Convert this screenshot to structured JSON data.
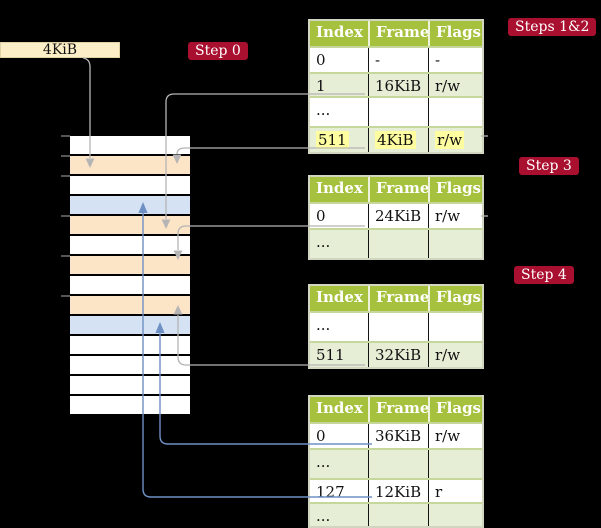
{
  "colors": {
    "background": "#000000",
    "step_label_red": "#a90f2f",
    "table_header_green": "#a5c13d",
    "table_row_light_green": "#e7eed6",
    "table_border": "#d2d5c0",
    "frame_page_table_peach": "#fce4c6",
    "frame_mapped_page_blue": "#d4e2f4",
    "pointer_box_cream": "#fcefc8",
    "highlight_yellow": "#fefd9f",
    "connector_gray": "#b5b5b5",
    "connector_blue": "#6f90c5"
  },
  "pointer_box": {
    "label": "4KiB"
  },
  "step_labels": {
    "step0": "Step 0",
    "steps1and2": "Steps 1&2",
    "step3": "Step 3",
    "step4": "Step 4"
  },
  "table_headers": [
    "Index",
    "Frame",
    "Flags"
  ],
  "tables": {
    "t1": {
      "rows": [
        [
          "0",
          "-",
          "-"
        ],
        [
          "1",
          "16KiB",
          "r/w"
        ],
        [
          "...",
          "",
          ""
        ],
        [
          "511",
          "4KiB",
          "r/w"
        ]
      ],
      "highlighted_row_index": "511"
    },
    "t2": {
      "rows": [
        [
          "0",
          "24KiB",
          "r/w"
        ],
        [
          "...",
          "",
          ""
        ]
      ]
    },
    "t3": {
      "rows": [
        [
          "...",
          "",
          ""
        ],
        [
          "511",
          "32KiB",
          "r/w"
        ]
      ]
    },
    "t4": {
      "rows": [
        [
          "0",
          "36KiB",
          "r/w"
        ],
        [
          "...",
          "",
          ""
        ],
        [
          "127",
          "12KiB",
          "r"
        ],
        [
          "...",
          "",
          ""
        ]
      ]
    }
  },
  "memory": {
    "frames": [
      "white",
      "peach",
      "white",
      "blue",
      "peach",
      "white",
      "peach",
      "white",
      "peach",
      "blue",
      "white",
      "white",
      "white",
      "white"
    ]
  }
}
